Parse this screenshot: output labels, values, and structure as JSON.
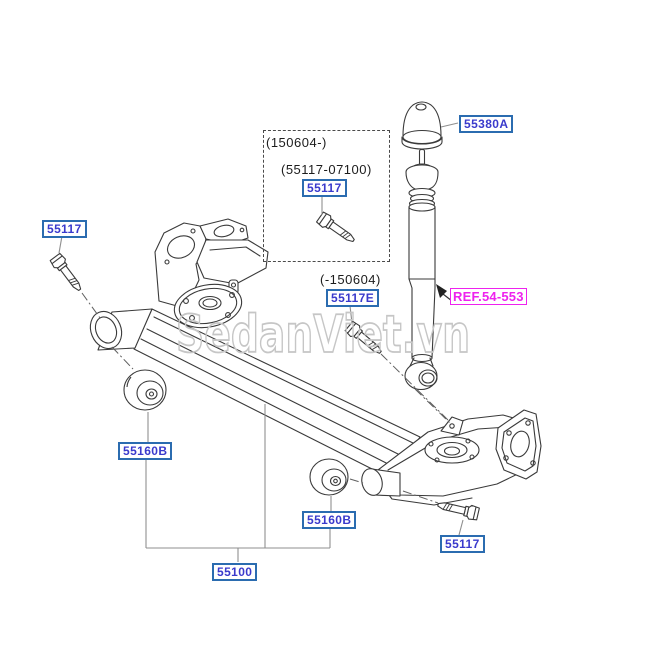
{
  "diagram": {
    "title_watermark": "SedanViet.vn",
    "inset": {
      "date_range": "(150604-)",
      "part_range": "(55117-07100)",
      "part_label": "55117"
    },
    "pre_date_range": "(-150604)",
    "parts": {
      "bump_stop": "55380A",
      "shock_ref": "REF.54-553",
      "bolt_left": "55117",
      "bolt_mid": "55117E",
      "bolt_right": "55117",
      "bushing_left": "55160B",
      "bushing_right": "55160B",
      "axle_beam": "55100"
    },
    "colors": {
      "part_label_text": "#3a3acc",
      "part_label_border": "#2b6cb0",
      "ref_label": "#ee22ee",
      "line_art": "#3a3a3a",
      "watermark": "#c6c6c6",
      "leader": "#8f8f8f"
    }
  }
}
